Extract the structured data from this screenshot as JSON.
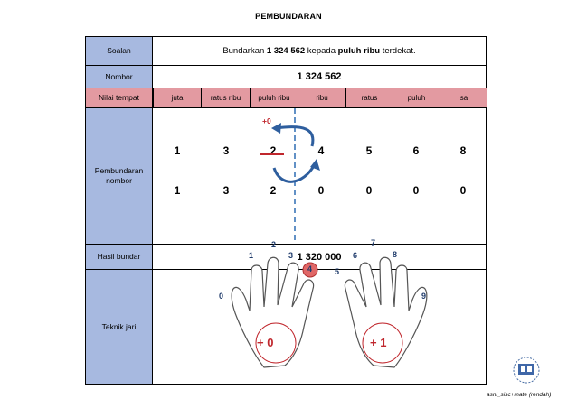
{
  "title": "PEMBUNDARAN",
  "rows": {
    "soalan": {
      "label": "Soalan",
      "text_before": "Bundarkan ",
      "number": "1 324 562",
      "text_mid": " kepada ",
      "place": "puluh ribu",
      "text_after": " terdekat."
    },
    "nombor": {
      "label": "Nombor",
      "value": "1 324 562"
    },
    "nilai_tempat": {
      "label": "Nilai tempat",
      "places": [
        "juta",
        "ratus ribu",
        "puluh ribu",
        "ribu",
        "ratus",
        "puluh",
        "sa"
      ]
    },
    "pembundaran": {
      "label": "Pembundaran nombor",
      "add_label": "+0",
      "original_digits": [
        "1",
        "3",
        "2",
        "4",
        "5",
        "6",
        "8"
      ],
      "rounded_digits": [
        "1",
        "3",
        "2",
        "0",
        "0",
        "0",
        "0"
      ]
    },
    "hasil": {
      "label": "Hasil bundar",
      "value": "1 320 000"
    },
    "teknik": {
      "label": "Teknik jari",
      "left_hand_numbers": [
        "0",
        "1",
        "2",
        "3",
        "4"
      ],
      "right_hand_numbers": [
        "5",
        "6",
        "7",
        "8",
        "9"
      ],
      "left_palm_label": "+ 0",
      "right_palm_label": "+ 1"
    }
  },
  "credit": "asni_sisc+mate (rendah)",
  "colors": {
    "label_bg": "#a7b9e0",
    "place_bg": "#e39aa1",
    "red": "#c0272d",
    "arrow_blue": "#2e5e9e",
    "number_blue": "#1f3b6b",
    "circle_fill": "#e06767"
  }
}
